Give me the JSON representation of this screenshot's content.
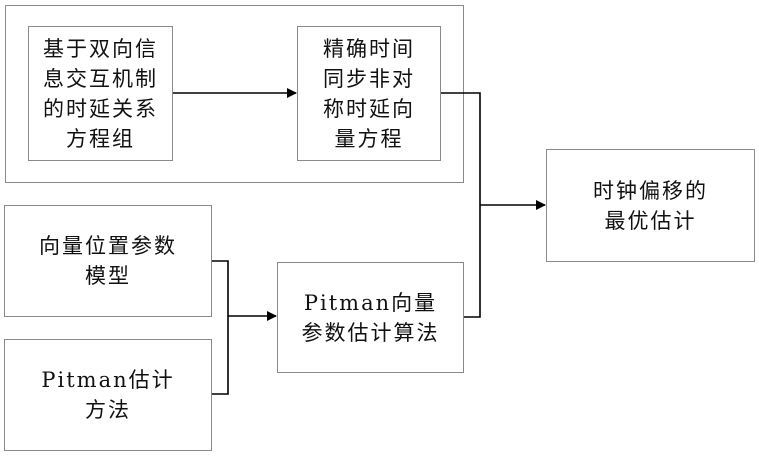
{
  "diagram": {
    "nodes": {
      "group_outer": {
        "label": ""
      },
      "two_way_delay_equations": {
        "label": "基于双向信\n息交互机制\n的时延关系\n方程组"
      },
      "asymmetric_delay_vector_equation": {
        "label": "精确时间\n同步非对\n称时延向\n量方程"
      },
      "vector_location_parameter_model": {
        "label": "向量位置参数\n模型"
      },
      "pitman_estimation_method": {
        "label": "Pitman估计\n方法"
      },
      "pitman_vector_parameter_algorithm": {
        "label": "Pitman向量\n参数估计算法"
      },
      "clock_offset_optimal_estimate": {
        "label": "时钟偏移的\n最优估计"
      }
    },
    "edges": [
      {
        "from": "two_way_delay_equations",
        "to": "asymmetric_delay_vector_equation"
      },
      {
        "from": "asymmetric_delay_vector_equation",
        "to": "clock_offset_optimal_estimate"
      },
      {
        "from": "pitman_vector_parameter_algorithm",
        "to": "clock_offset_optimal_estimate"
      },
      {
        "from": "vector_location_parameter_model",
        "to": "pitman_vector_parameter_algorithm"
      },
      {
        "from": "pitman_estimation_method",
        "to": "pitman_vector_parameter_algorithm"
      }
    ],
    "colors": {
      "line": "#000000",
      "box_border": "#8a8a8a"
    }
  }
}
